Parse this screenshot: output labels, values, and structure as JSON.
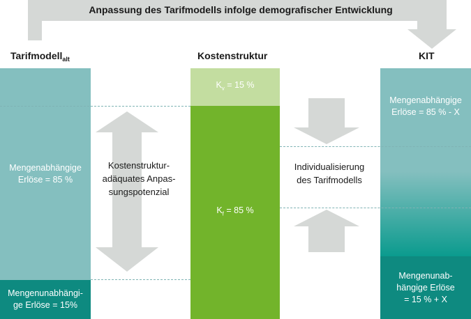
{
  "banner": {
    "title": "Anpassung des Tarifmodells infolge demografischer Entwicklung"
  },
  "columns": {
    "left": {
      "title_main": "Tarifmodell",
      "title_sub": "alt",
      "upper_block": "Mengenabhängige\nErlöse = 85 %",
      "lower_block": "Mengenunabhängi-\nge Erlöse = 15%"
    },
    "middle": {
      "title": "Kostenstruktur",
      "kv_block": "Kv = 15 %",
      "kf_block": "Kf = 85 %",
      "kv_letter": "K",
      "kv_sub": "v",
      "kv_rest": " = 15 %",
      "kf_letter": "K",
      "kf_sub": "f",
      "kf_rest": " = 85 %"
    },
    "right": {
      "title": "KIT",
      "upper_block": "Mengenabhängige\nErlöse = 85 % - X",
      "lower_block": "Mengenunab-\nhängige Erlöse\n= 15 % + X"
    }
  },
  "labels": {
    "adaptation": "Kostenstruktur-\nadäquates Anpas-\nsungspotenzial",
    "individualization": "Individualisierung\ndes Tarifmodells"
  },
  "colors": {
    "teal_light": "#84bfbf",
    "teal_dark": "#0e8a80",
    "green_light": "#c3dda0",
    "green": "#72b42b",
    "arrow_gray": "#d5d8d6",
    "dashed": "#7fb3b4"
  }
}
